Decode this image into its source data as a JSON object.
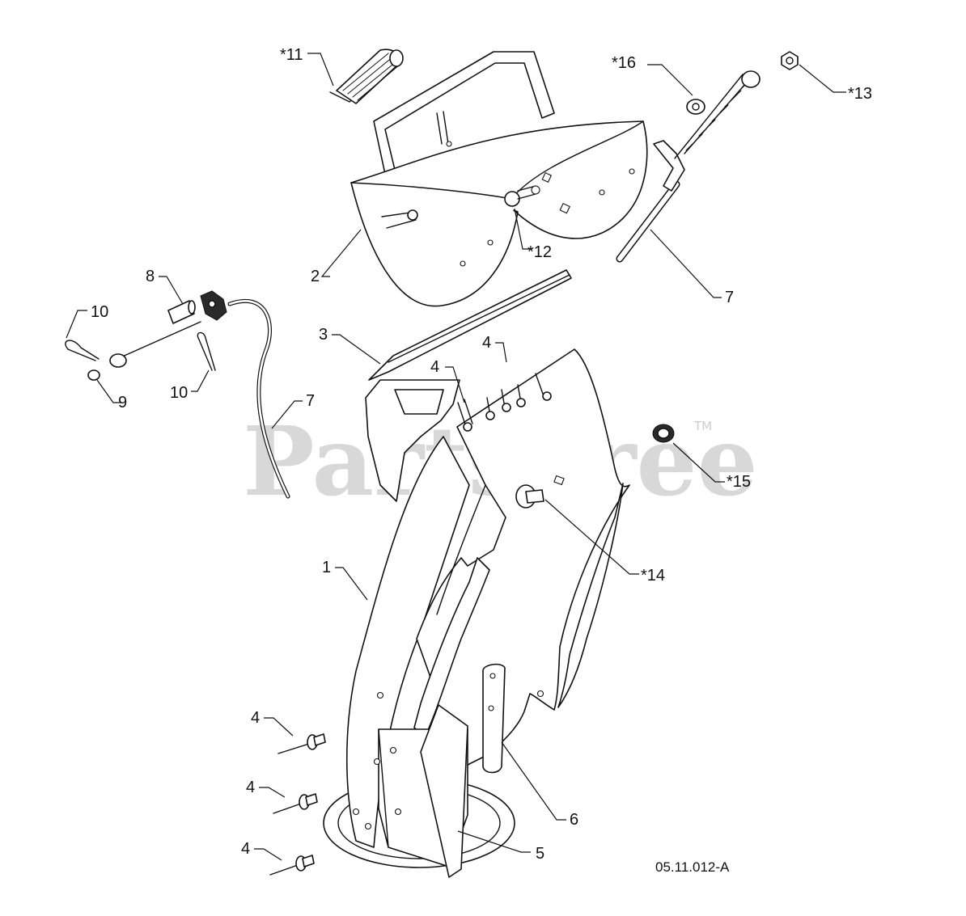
{
  "watermark": {
    "text": "PartsTree",
    "trademark": "TM"
  },
  "drawing_code": "05.11.012-A",
  "callouts": {
    "c11": "*11",
    "c16": "*16",
    "c13": "*13",
    "c12": "*12",
    "c2": "2",
    "c7a": "7",
    "c8": "8",
    "c10a": "10",
    "c10b": "10",
    "c9": "9",
    "c3": "3",
    "c4a": "4",
    "c4b": "4",
    "c7b": "7",
    "c15": "*15",
    "c1": "1",
    "c14": "*14",
    "c6": "6",
    "c5": "5",
    "c4c": "4",
    "c4d": "4",
    "c4e": "4"
  }
}
